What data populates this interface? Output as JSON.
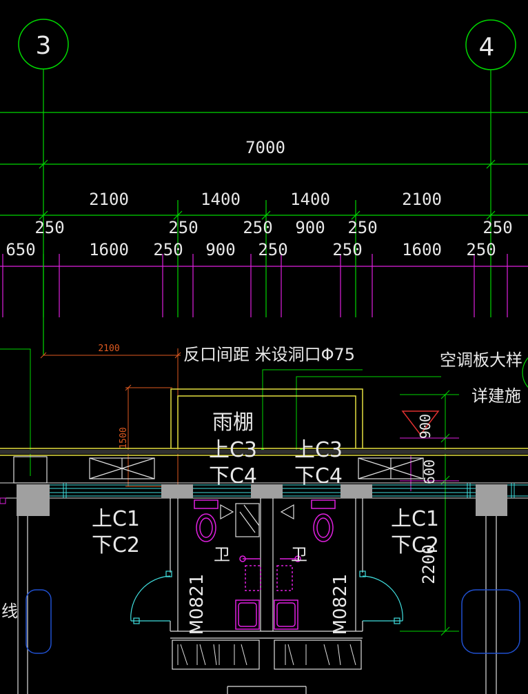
{
  "axes": {
    "left": "3",
    "right": "4"
  },
  "dims": {
    "total": "7000",
    "row2": [
      "2100",
      "1400",
      "1400",
      "2100"
    ],
    "row3": [
      "250",
      "250",
      "250",
      "900",
      "250",
      "250"
    ],
    "row4": [
      "650",
      "1600",
      "250",
      "900",
      "250",
      "250",
      "1600",
      "250"
    ],
    "red_h": "2100",
    "red_v": "1500",
    "right_v1": "900",
    "right_v2": "600",
    "right_v3": "2200"
  },
  "notes": {
    "top_note": "反口间距 米设洞口Φ75",
    "ac_detail": "空调板大样",
    "ac_see": "详建施",
    "canopy": "雨棚",
    "win_up_mid_left": "上C3",
    "win_down_mid_left": "下C4",
    "win_up_mid_right": "上C3",
    "win_down_mid_right": "下C4",
    "win_up_left": "上C1",
    "win_down_left": "下C2",
    "win_up_right": "上C1",
    "win_down_right": "下C2",
    "toilet_left": "卫",
    "toilet_right": "卫",
    "door_left": "M0821",
    "door_right": "M0821",
    "left_edge": "线"
  },
  "colors": {
    "grid": "#00d800",
    "dim_magenta": "#e020e0",
    "wall_yellow": "#e6e040",
    "cyan": "#40e0e0",
    "red": "#e05a20",
    "column": "#a0a0a0"
  }
}
